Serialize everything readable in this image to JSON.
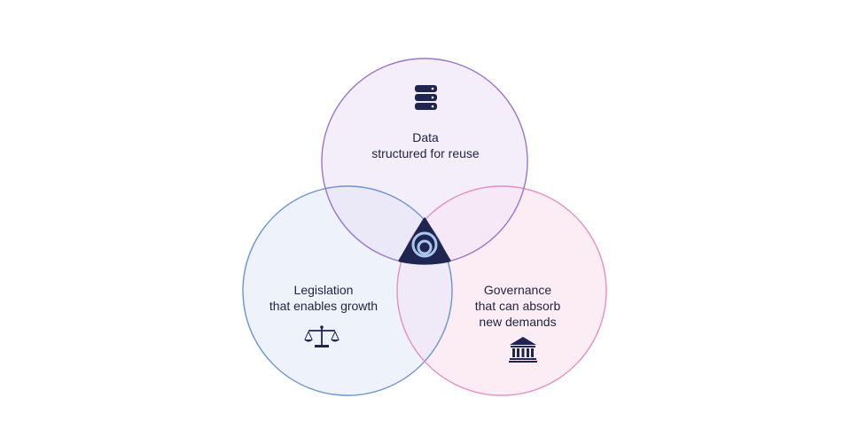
{
  "diagram": {
    "circles": [
      {
        "id": "data",
        "title": "Data",
        "subtitle": "structured for reuse",
        "icon": "database-icon",
        "stroke": "#9a73cf",
        "fill": "#f4eefb"
      },
      {
        "id": "legislation",
        "title": "Legislation",
        "subtitle": "that enables growth",
        "icon": "scales-of-justice-icon",
        "stroke": "#6b93d6",
        "fill": "#eef2fb"
      },
      {
        "id": "governance",
        "title": "Governance",
        "subtitle_lines": [
          "that can absorb",
          "new demands"
        ],
        "icon": "government-building-icon",
        "stroke": "#e58fc0",
        "fill": "#fcedf5"
      }
    ],
    "center": {
      "icon": "logo-ring-icon",
      "fill": "#1e2550",
      "ring_color": "#a9c8ea"
    },
    "icon_color": "#1e2550"
  }
}
